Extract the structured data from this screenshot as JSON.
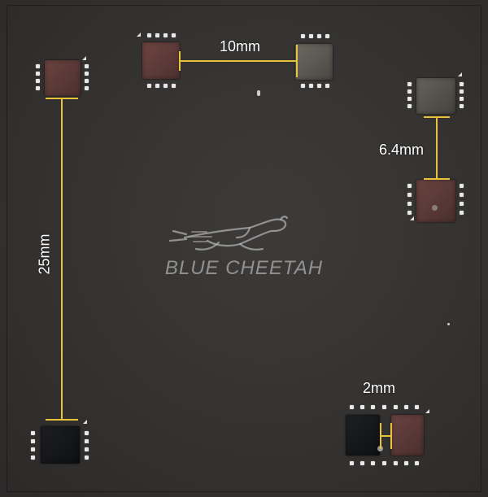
{
  "board": {
    "logo_text": "BLUE CHEETAH",
    "logo_icon": "cheetah-icon"
  },
  "measurements": {
    "horizontal_top": "10mm",
    "vertical_right": "6.4mm",
    "vertical_left": "25mm",
    "horizontal_bottom": "2mm"
  },
  "colors": {
    "annotation_line": "#e8c23a",
    "annotation_text": "#ffffff",
    "board": "#363432",
    "pad": "#e8e8e8"
  }
}
